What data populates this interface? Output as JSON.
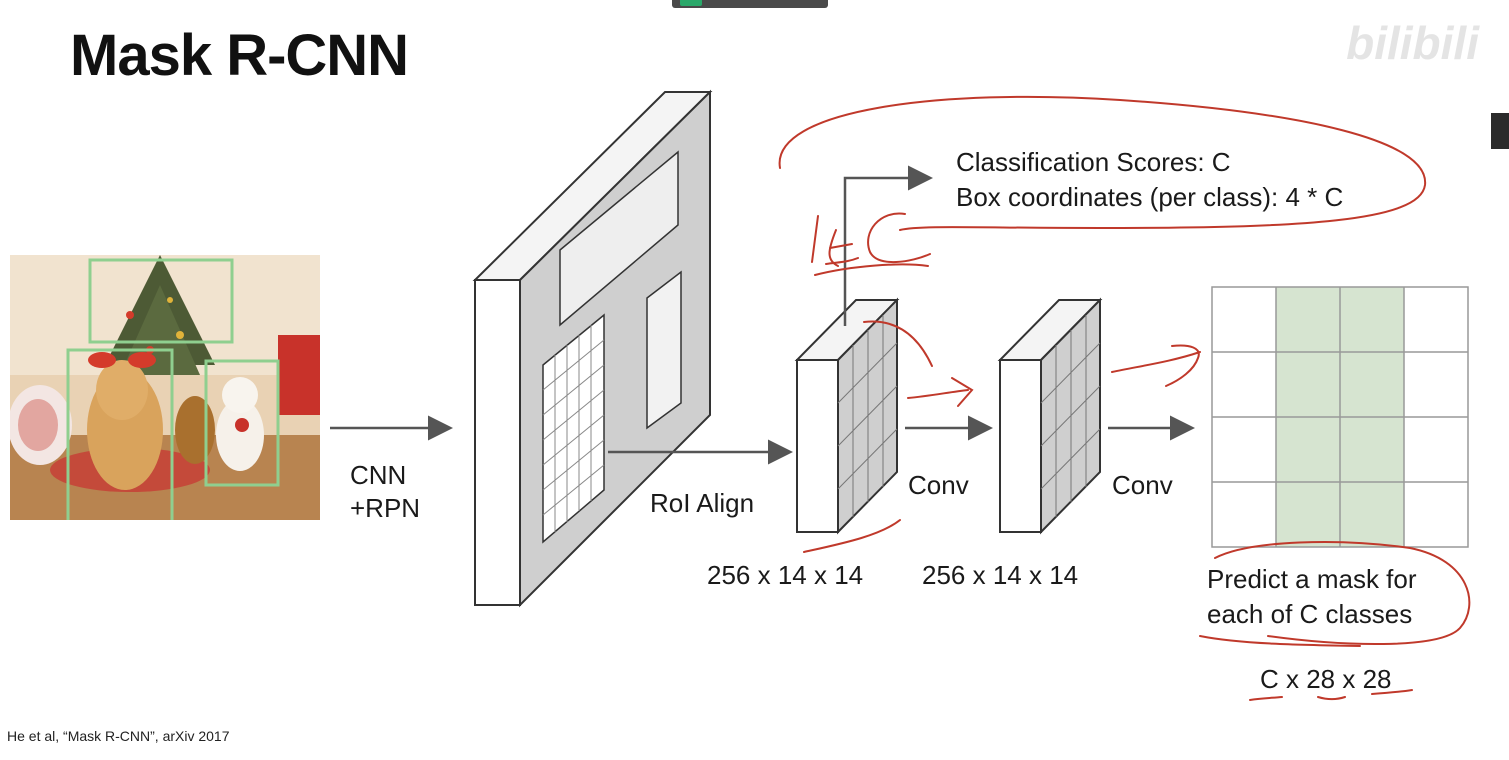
{
  "title": "Mask R-CNN",
  "labels": {
    "cnn_rpn": "CNN\n+RPN",
    "roi_align": "RoI Align",
    "conv1": "Conv",
    "conv2": "Conv",
    "dim1": "256 x 14 x 14",
    "dim2": "256 x 14 x 14",
    "class_scores": "Classification Scores: C",
    "box_coords": "Box coordinates (per class): 4 * C",
    "predict_mask": "Predict a mask for\neach of C classes",
    "mask_dim": "C x 28 x 28"
  },
  "citation": "He et al, “Mask R-CNN”, arXiv 2017",
  "watermark": "bilibili",
  "colors": {
    "arrow": "#555555",
    "annotation": "#c0392b",
    "mask_highlight": "#d6e4d0",
    "box_green": "#8fcf8f",
    "feature_gray": "#cfcfcf"
  }
}
